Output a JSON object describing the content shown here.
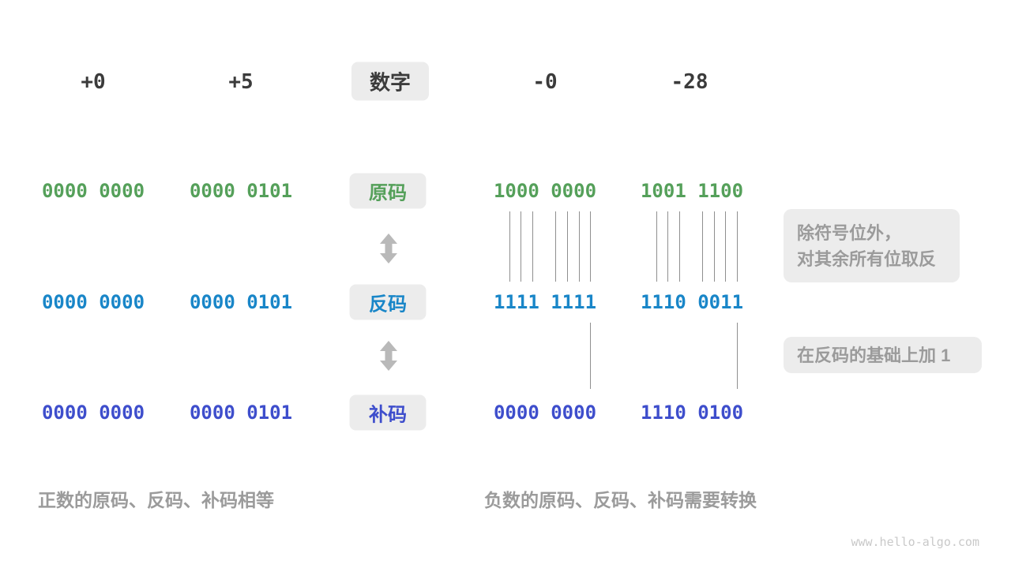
{
  "page": {
    "watermark": "www.hello-algo.com"
  },
  "colors": {
    "sign_magnitude": "#55a05a",
    "ones_complement": "#1986c8",
    "twos_complement": "#3e4ecc",
    "header_text": "#3b3b3b",
    "box_bg": "#ececec",
    "muted_text": "#9b9b9b",
    "arrow": "#b9b9b9"
  },
  "header": {
    "label": "数字",
    "columns": [
      "+0",
      "+5",
      "-0",
      "-28"
    ]
  },
  "rows": [
    {
      "name": "原码",
      "values": [
        "0000 0000",
        "0000 0101",
        "1000 0000",
        "1001 1100"
      ]
    },
    {
      "name": "反码",
      "values": [
        "0000 0000",
        "0000 0101",
        "1111 1111",
        "1110 0011"
      ]
    },
    {
      "name": "补码",
      "values": [
        "0000 0000",
        "0000 0101",
        "0000 0000",
        "1110 0100"
      ]
    }
  ],
  "annotations": {
    "flip_line1": "除符号位外，",
    "flip_line2": "对其余所有位取反",
    "add_one": "在反码的基础上加 1"
  },
  "captions": {
    "positive": "正数的原码、反码、补码相等",
    "negative": "负数的原码、反码、补码需要转换"
  }
}
